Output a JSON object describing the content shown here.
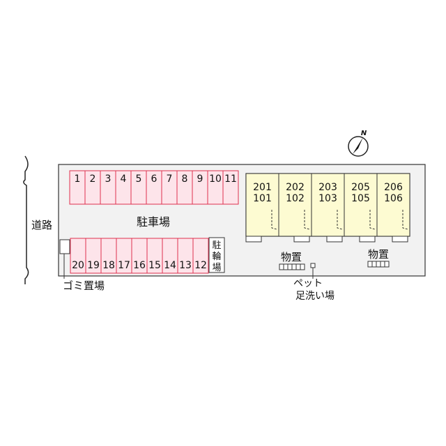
{
  "labels": {
    "road": "道路",
    "parking": "駐車場",
    "bicycle_parking": "駐輪場",
    "garbage": "ゴミ置場",
    "storage_left": "物置",
    "storage_right": "物置",
    "pet_wash_line1": "ペット",
    "pet_wash_line2": "足洗い場",
    "compass": "N"
  },
  "parking_top": [
    "1",
    "2",
    "3",
    "4",
    "5",
    "6",
    "7",
    "8",
    "9",
    "10",
    "11"
  ],
  "parking_bottom": [
    "20",
    "19",
    "18",
    "17",
    "16",
    "15",
    "14",
    "13",
    "12"
  ],
  "units": [
    {
      "upper": "201",
      "lower": "101"
    },
    {
      "upper": "202",
      "lower": "102"
    },
    {
      "upper": "203",
      "lower": "103"
    },
    {
      "upper": "205",
      "lower": "105"
    },
    {
      "upper": "206",
      "lower": "106"
    }
  ],
  "colors": {
    "site": "#f2f2f2",
    "parking_fill": "#fde4ea",
    "parking_stroke": "#e0304f",
    "unit_fill": "#fdfbd2",
    "outline": "#333333"
  }
}
